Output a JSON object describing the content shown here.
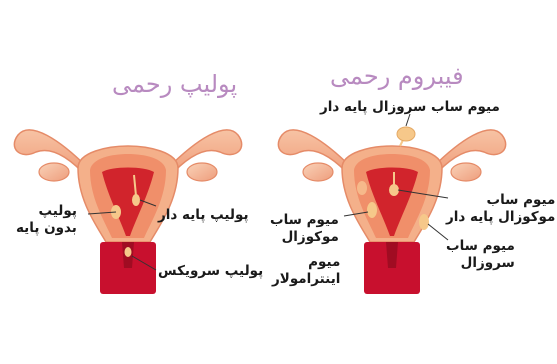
{
  "left_diagram": {
    "title": "پولیپ رحمی",
    "labels": {
      "polyp_no_stalk_line1": "پولیپ",
      "polyp_no_stalk_line2": "بدون پایه",
      "polyp_stalked": "پولیپ پایه دار",
      "polyp_cervix": "پولیپ سرویکس"
    }
  },
  "right_diagram": {
    "title": "فیبروم رحمی",
    "labels": {
      "subserosal_stalked": "میوم ساب سروزال پایه دار",
      "submucosal_stalked_line1": "میوم ساب",
      "submucosal_stalked_line2": "موکوزال پایه دار",
      "submucosal_line1": "میوم ساب",
      "submucosal_line2": "موکوزال",
      "intramural_line1": "میوم",
      "intramural_line2": "اینترامولار",
      "subserosal_line1": "میوم ساب",
      "subserosal_line2": "سروزال"
    }
  },
  "colors": {
    "tissue_outer": "#f4b08a",
    "tissue_mid": "#f08f6a",
    "cavity": "#d1242c",
    "cervix": "#c8102e",
    "fibroid": "#f6c88a",
    "title": "#b88ac0",
    "leader": "#333333"
  }
}
